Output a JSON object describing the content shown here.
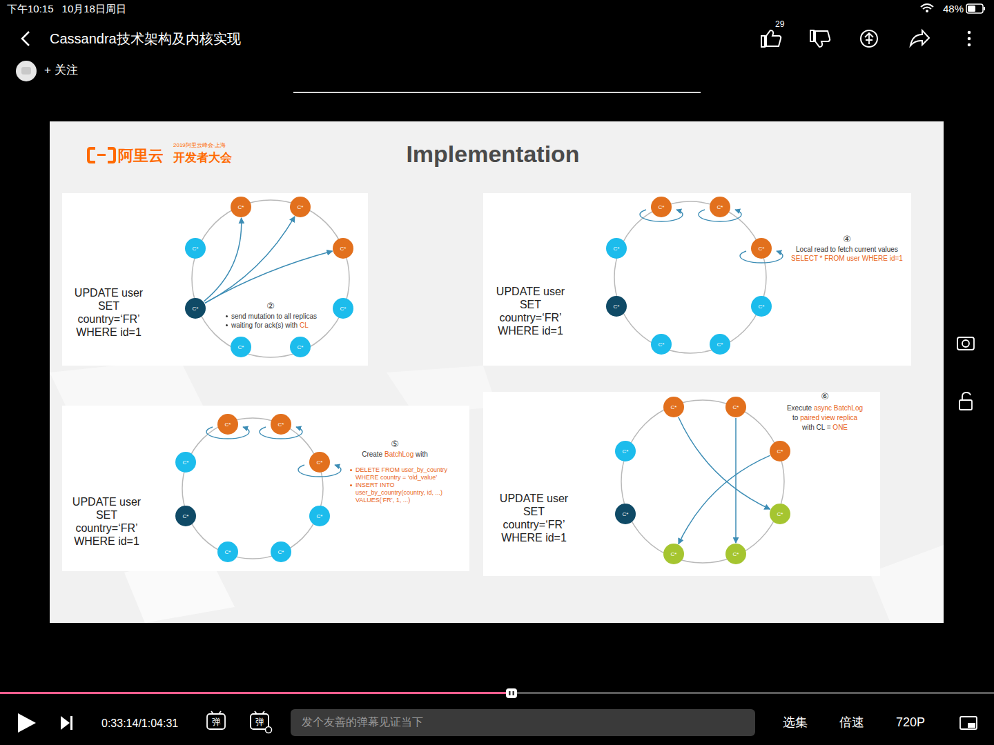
{
  "diagram": {
    "title": "Implementation",
    "nodes": [
      {
        "text": [
          "UPDATE user SET country=‘FR’ WHERE id=1"
        ]
      },
      {
        "text": [
          "C*"
        ],
        "in": 0
      },
      {
        "text": [
          "C*"
        ],
        "in": 0
      },
      {
        "text": [
          "C*"
        ],
        "in": 0
      },
      {
        "text": [
          "C*"
        ],
        "in": 0
      },
      {
        "text": [
          "C*"
        ],
        "in": 0
      },
      {
        "text": [
          "C*"
        ],
        "in": 0
      },
      {
        "text": [
          "C*"
        ],
        "in": 0
      },
      {
        "text": [
          "C*"
        ],
        "in": 0
      },
      {
        "text": [
          "UPDATE user SET country=‘FR’ WHERE id=1"
        ]
      },
      {
        "text": [
          "C*"
        ],
        "in": 9
      },
      {
        "text": [
          "C*"
        ],
        "in": 9
      },
      {
        "text": [
          "C*"
        ],
        "in": 9
      },
      {
        "text": [
          "C*"
        ],
        "in": 9
      },
      {
        "text": [
          "C*"
        ],
        "in": 9
      },
      {
        "text": [
          "C*"
        ],
        "in": 9
      },
      {
        "text": [
          "C*"
        ],
        "in": 9
      },
      {
        "text": [
          "C*"
        ],
        "in": 9
      },
      {
        "text": [
          "UPDATE user SET country=‘FR’ WHERE id=1"
        ]
      },
      {
        "text": [
          "C*"
        ],
        "in": 18
      },
      {
        "text": [
          "C*"
        ],
        "in": 18
      },
      {
        "text": [
          "C*"
        ],
        "in": 18
      },
      {
        "text": [
          "C*"
        ],
        "in": 18
      },
      {
        "text": [
          "C*"
        ],
        "in": 18
      },
      {
        "text": [
          "C*"
        ],
        "in": 18
      },
      {
        "text": [
          "C*"
        ],
        "in": 18
      },
      {
        "text": [
          "C*"
        ],
        "in": 18
      },
      {
        "text": [
          "UPDATE user SET country=‘FR’ WHERE id=1"
        ]
      },
      {
        "text": [
          "C*"
        ],
        "in": 27
      },
      {
        "text": [
          "C*"
        ],
        "in": 27
      },
      {
        "text": [
          "C*"
        ],
        "in": 27
      },
      {
        "text": [
          "C*"
        ],
        "in": 27
      },
      {
        "text": [
          "C*"
        ],
        "in": 27
      },
      {
        "text": [
          "C*"
        ],
        "in": 27
      },
      {
        "text": [
          "C*"
        ],
        "in": 27
      },
      {
        "text": [
          "C*"
        ],
        "in": 27
      },
      {
        "text": [
          "发个友善的弹幕见证当下"
        ]
      }
    ],
    "edges": [
      {
        "from": 7,
        "to": 1,
        "arrow": "to"
      },
      {
        "from": 7,
        "to": 2,
        "arrow": "to"
      },
      {
        "from": 7,
        "to": 3,
        "arrow": "to"
      },
      {
        "from": 28,
        "to": 31,
        "arrow": "to"
      },
      {
        "from": 29,
        "to": 32,
        "arrow": "to"
      },
      {
        "from": 30,
        "to": 33,
        "arrow": "to"
      }
    ],
    "labels": [
      "下午10:15",
      "10月18日周日",
      "48%",
      "Cassandra技术架构及内核实现",
      "29",
      "+ 关注",
      "阿里云",
      "2019阿里云峰会·上海",
      "开发者大会",
      "②",
      "send mutation to all replicas",
      "waiting for ack(s) with",
      "CL",
      "④",
      "Local read to fetch current values",
      "SELECT * FROM user WHERE id=1",
      "⑤",
      "Create",
      "BatchLog",
      "with",
      "DELETE FROM user_by_country WHERE country = ‘old_value’",
      "INSERT INTO user_by_country(country, id, ...) VALUES(‘FR’, 1, ...)",
      "⑥",
      "Execute",
      "async BatchLog",
      "to",
      "paired view replica",
      "with CL =",
      "ONE",
      "0:33:14/1:04:31",
      "弹",
      "弹",
      "选集",
      "倍速",
      "720P"
    ]
  }
}
